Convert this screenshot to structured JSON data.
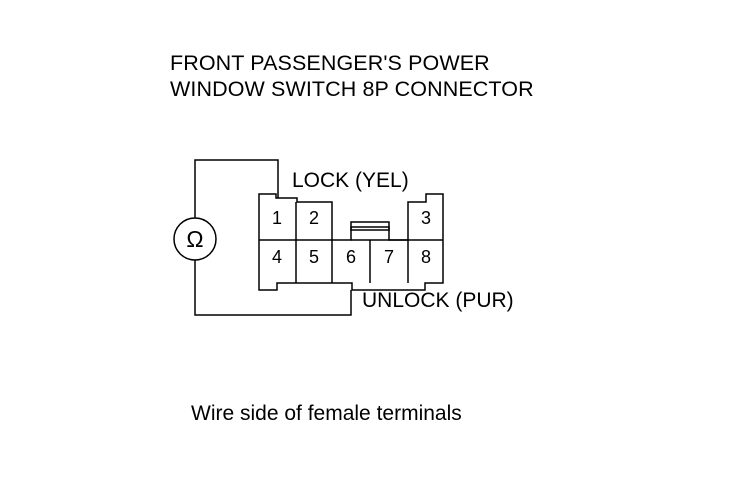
{
  "title": {
    "line1": "FRONT PASSENGER'S POWER",
    "line2": "WINDOW SWITCH 8P CONNECTOR"
  },
  "labels": {
    "lock": "LOCK (YEL)",
    "unlock": "UNLOCK (PUR)"
  },
  "meter": {
    "symbol": "Ω"
  },
  "connector": {
    "top_row": [
      "1",
      "2",
      "3"
    ],
    "bottom_row": [
      "4",
      "5",
      "6",
      "7",
      "8"
    ]
  },
  "caption": "Wire side of female terminals"
}
